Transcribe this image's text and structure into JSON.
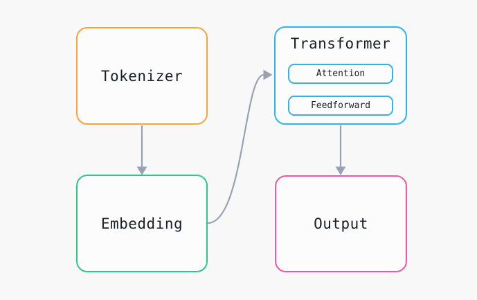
{
  "diagram": {
    "background_color": "#f8f8f9",
    "node_fill_color": "#fcfcfd",
    "arrow_color": "#98a2b3",
    "text_color": "#1a1f27",
    "nodes": [
      {
        "id": "tokenizer",
        "label": "Tokenizer",
        "border_color": "#f4a63d"
      },
      {
        "id": "transformer",
        "label": "Transformer",
        "border_color": "#30b4ea",
        "children": [
          {
            "id": "attention",
            "label": "Attention"
          },
          {
            "id": "feedforward",
            "label": "Feedforward"
          }
        ]
      },
      {
        "id": "embedding",
        "label": "Embedding",
        "border_color": "#2bc88d"
      },
      {
        "id": "output",
        "label": "Output",
        "border_color": "#f0599f"
      }
    ],
    "edges": [
      {
        "from": "tokenizer",
        "to": "embedding",
        "style": "straight-down"
      },
      {
        "from": "embedding",
        "to": "transformer",
        "style": "s-curve"
      },
      {
        "from": "transformer",
        "to": "output",
        "style": "straight-down"
      }
    ]
  }
}
